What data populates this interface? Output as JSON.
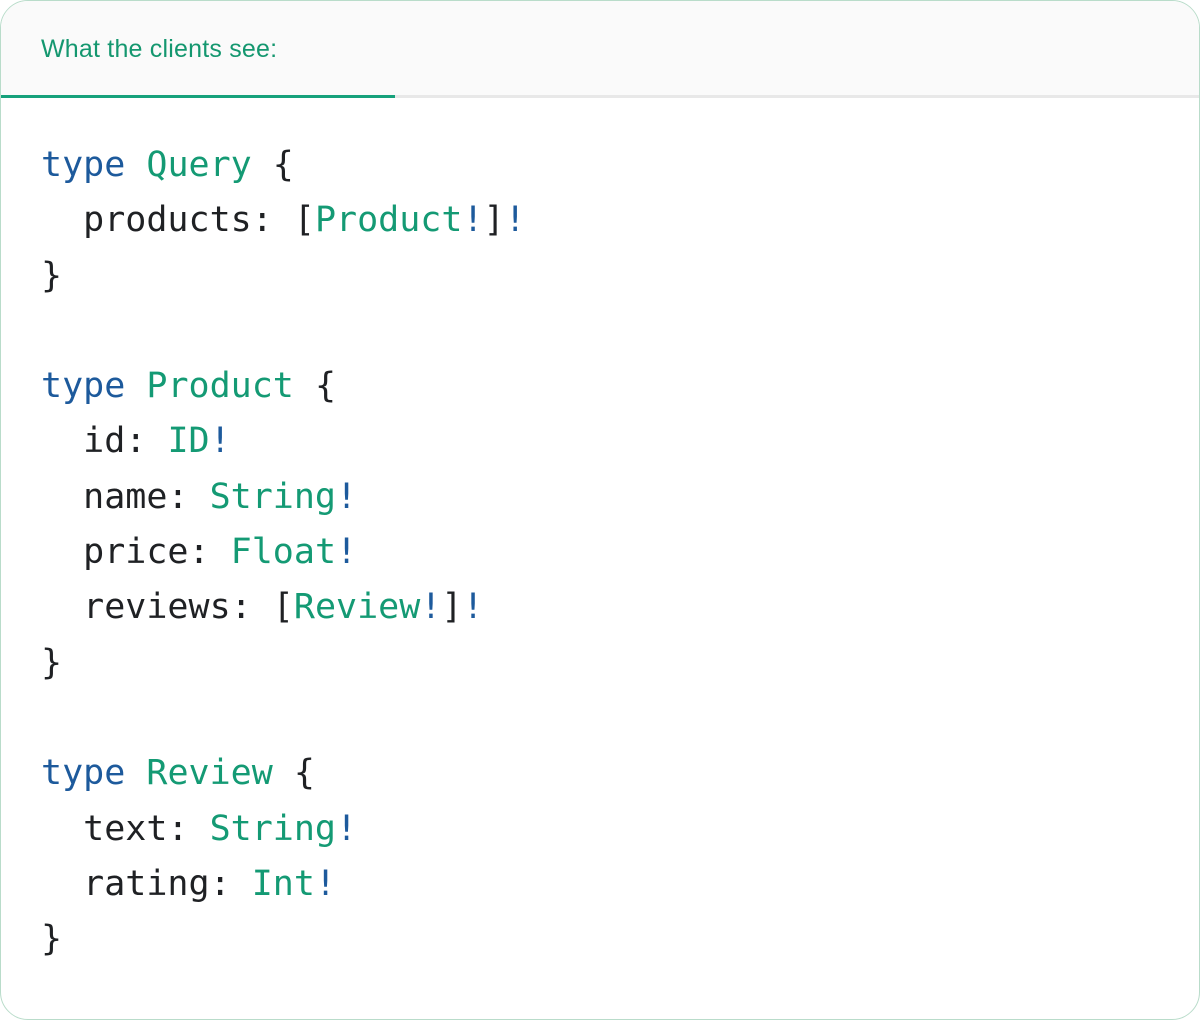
{
  "card": {
    "background": "#ffffff",
    "border_color": "#b9dcca"
  },
  "header": {
    "background": "#fafafa",
    "divider_color": "#e8e8e8",
    "tab": {
      "label": "What the clients see:",
      "text_color": "#14976f",
      "underline_color": "#16a17b"
    }
  },
  "colors": {
    "keyword": "#1d5a9c",
    "type": "#149a74",
    "plain": "#1f2124"
  },
  "code": {
    "language": "graphql",
    "lines": [
      [
        {
          "t": "type",
          "c": "keyword"
        },
        {
          "t": " ",
          "c": "plain"
        },
        {
          "t": "Query",
          "c": "type"
        },
        {
          "t": " {",
          "c": "plain"
        }
      ],
      [
        {
          "t": "  products: [",
          "c": "plain"
        },
        {
          "t": "Product",
          "c": "type"
        },
        {
          "t": "!",
          "c": "keyword"
        },
        {
          "t": "]",
          "c": "plain"
        },
        {
          "t": "!",
          "c": "keyword"
        }
      ],
      [
        {
          "t": "}",
          "c": "plain"
        }
      ],
      [],
      [
        {
          "t": "type",
          "c": "keyword"
        },
        {
          "t": " ",
          "c": "plain"
        },
        {
          "t": "Product",
          "c": "type"
        },
        {
          "t": " {",
          "c": "plain"
        }
      ],
      [
        {
          "t": "  id: ",
          "c": "plain"
        },
        {
          "t": "ID",
          "c": "type"
        },
        {
          "t": "!",
          "c": "keyword"
        }
      ],
      [
        {
          "t": "  name: ",
          "c": "plain"
        },
        {
          "t": "String",
          "c": "type"
        },
        {
          "t": "!",
          "c": "keyword"
        }
      ],
      [
        {
          "t": "  price: ",
          "c": "plain"
        },
        {
          "t": "Float",
          "c": "type"
        },
        {
          "t": "!",
          "c": "keyword"
        }
      ],
      [
        {
          "t": "  reviews: [",
          "c": "plain"
        },
        {
          "t": "Review",
          "c": "type"
        },
        {
          "t": "!",
          "c": "keyword"
        },
        {
          "t": "]",
          "c": "plain"
        },
        {
          "t": "!",
          "c": "keyword"
        }
      ],
      [
        {
          "t": "}",
          "c": "plain"
        }
      ],
      [],
      [
        {
          "t": "type",
          "c": "keyword"
        },
        {
          "t": " ",
          "c": "plain"
        },
        {
          "t": "Review",
          "c": "type"
        },
        {
          "t": " {",
          "c": "plain"
        }
      ],
      [
        {
          "t": "  text: ",
          "c": "plain"
        },
        {
          "t": "String",
          "c": "type"
        },
        {
          "t": "!",
          "c": "keyword"
        }
      ],
      [
        {
          "t": "  rating: ",
          "c": "plain"
        },
        {
          "t": "Int",
          "c": "type"
        },
        {
          "t": "!",
          "c": "keyword"
        }
      ],
      [
        {
          "t": "}",
          "c": "plain"
        }
      ]
    ]
  }
}
